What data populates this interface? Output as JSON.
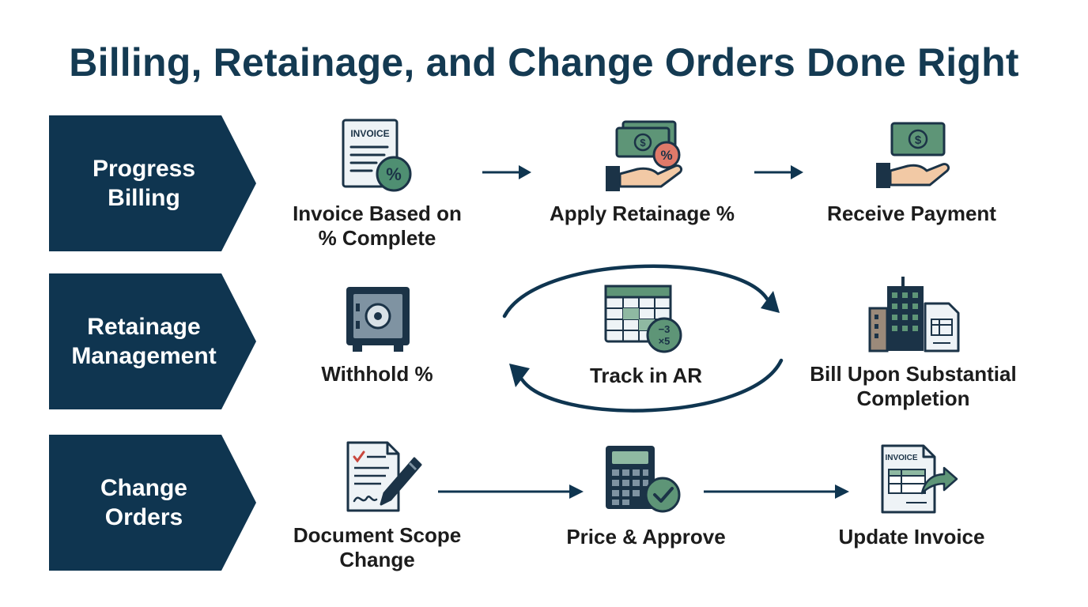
{
  "title": "Billing, Retainage, and Change Orders Done Right",
  "colors": {
    "navy": "#0f3550",
    "green": "#4f8f72",
    "cash": "#5e9577",
    "skin": "#f2c9a5",
    "paper": "#eef3f6"
  },
  "rows": [
    {
      "label": "Progress\nBilling",
      "steps": [
        {
          "label": "Invoice Based on\n% Complete",
          "icon": "invoice-percent-icon",
          "icon_text": "INVOICE"
        },
        {
          "label": "Apply Retainage %",
          "icon": "hand-money-percent-icon"
        },
        {
          "label": "Receive Payment",
          "icon": "hand-money-icon"
        }
      ]
    },
    {
      "label": "Retainage\nManagement",
      "steps": [
        {
          "label": "Withhold %",
          "icon": "safe-icon"
        },
        {
          "label": "Track in AR",
          "icon": "spreadsheet-calculator-icon"
        },
        {
          "label": "Bill Upon Substantial\nCompletion",
          "icon": "building-document-icon"
        }
      ]
    },
    {
      "label": "Change\nOrders",
      "steps": [
        {
          "label": "Document Scope\nChange",
          "icon": "document-pen-icon"
        },
        {
          "label": "Price & Approve",
          "icon": "calculator-check-icon"
        },
        {
          "label": "Update Invoice",
          "icon": "invoice-update-icon",
          "icon_text": "INVOICE"
        }
      ]
    }
  ]
}
